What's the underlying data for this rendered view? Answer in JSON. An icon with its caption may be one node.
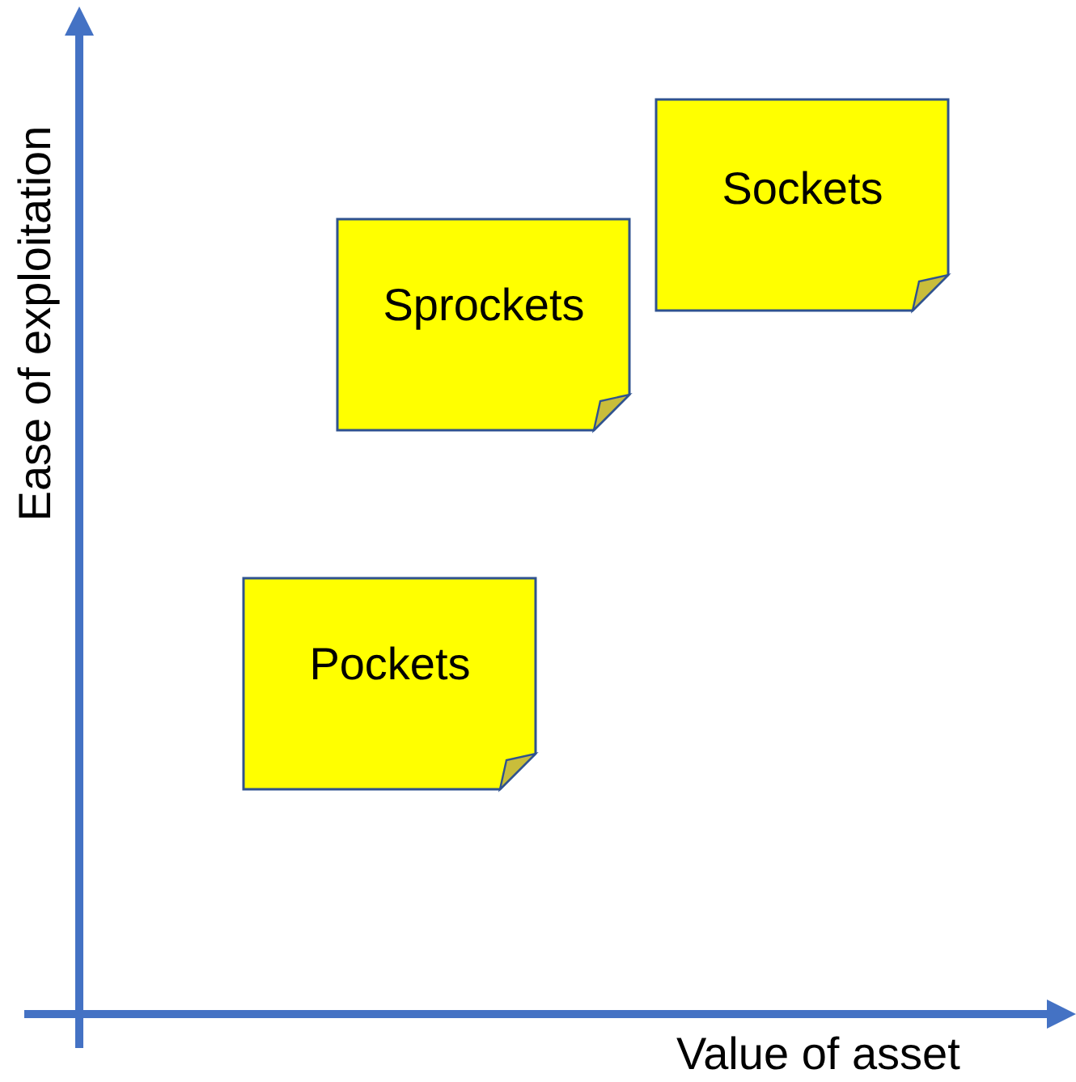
{
  "diagram": {
    "nodes": [
      {
        "text": [
          "Sockets"
        ]
      },
      {
        "text": [
          "Sprockets"
        ]
      },
      {
        "text": [
          "Pockets"
        ]
      }
    ],
    "labels": [
      "Ease of exploitation",
      "Value of asset"
    ]
  }
}
